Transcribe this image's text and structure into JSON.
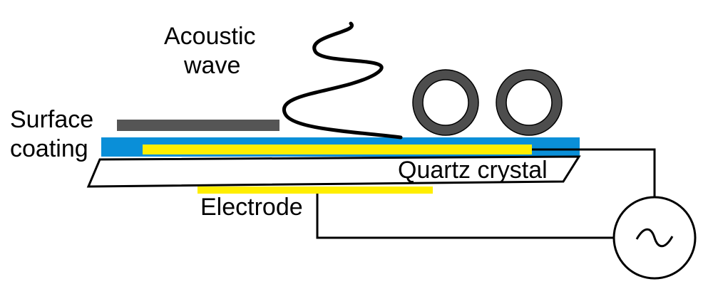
{
  "labels": {
    "acoustic_line1": "Acoustic",
    "acoustic_line2": "wave",
    "surface_line1": "Surface",
    "surface_line2": "coating",
    "quartz": "Quartz crystal",
    "electrode": "Electrode",
    "ac_symbol": "~"
  },
  "colors": {
    "coating": "#0a8fd8",
    "electrode": "#ffee00",
    "dark_block": "#555555",
    "ring": "#4d4d4d",
    "line": "#000000",
    "background": "#ffffff"
  }
}
